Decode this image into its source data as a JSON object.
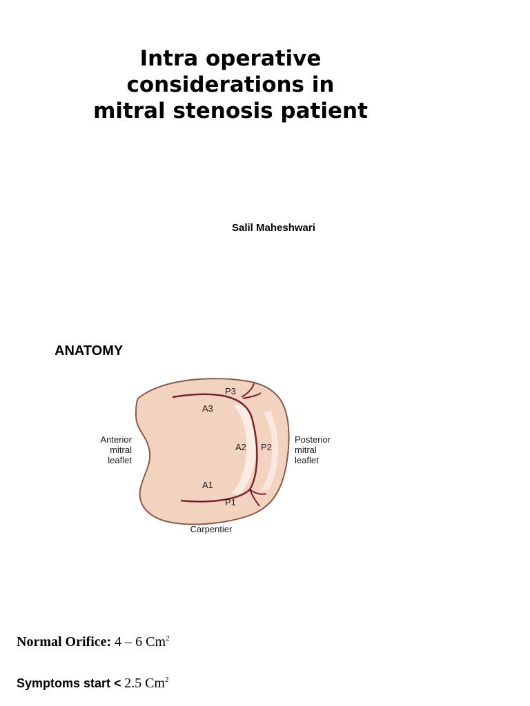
{
  "title": {
    "line1": "Intra operative",
    "line2": "considerations in",
    "line3": "mitral stenosis patient"
  },
  "author": "Salil Maheshwari",
  "section_heading": "ANATOMY",
  "diagram": {
    "labels": {
      "anterior": [
        "Anterior",
        "mitral",
        "leaflet"
      ],
      "posterior": [
        "Posterior",
        "mitral",
        "leaflet"
      ],
      "segments": {
        "p3": "P3",
        "a3": "A3",
        "a2": "A2",
        "p2": "P2",
        "a1": "A1",
        "p1": "P1"
      },
      "caption": "Carpentier"
    },
    "colors": {
      "tissue": "#f2d3c0",
      "outline": "#7a4a38",
      "highlight": "#fbeee5",
      "coaptation": "#7a1f2e"
    }
  },
  "facts": {
    "normal_orifice": {
      "label": "Normal Orifice:",
      "value": "4 – 6 Cm",
      "sup": "2"
    },
    "symptoms": {
      "label": "Symptoms start <",
      "value": "2.5 Cm",
      "sup": "2"
    }
  }
}
